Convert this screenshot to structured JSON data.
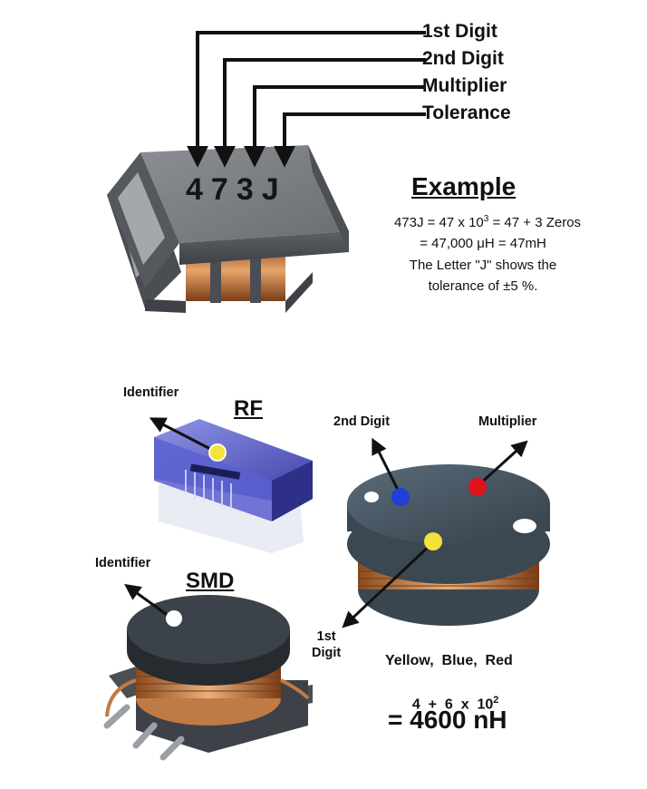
{
  "top": {
    "labels": [
      "1st Digit",
      "2nd Digit",
      "Multiplier",
      "Tolerance"
    ],
    "code": "473J"
  },
  "example": {
    "title": "Example",
    "line1_a": "473J = 47 x 10",
    "line1_sup": "3",
    "line1_b": " = 47 + 3 Zeros",
    "line2": "= 47,000 μH = 47mH",
    "line3": "The Letter \"J\" shows the",
    "line4": "tolerance of ±5 %."
  },
  "rf": {
    "heading": "RF",
    "identifier": "Identifier"
  },
  "smd": {
    "heading": "SMD",
    "identifier": "Identifier"
  },
  "drum": {
    "digit2": "2nd Digit",
    "multiplier": "Multiplier",
    "digit1_line1": "1st",
    "digit1_line2": "Digit"
  },
  "color_code": {
    "colors": "Yellow,  Blue,  Red",
    "formula": "4  +  6  x  10",
    "formula_sup": "2",
    "result": "= 4600 nH"
  },
  "colors": {
    "yellow": "#f3e23a",
    "blue": "#1f3fd6",
    "red": "#e0121a",
    "white": "#ffffff"
  }
}
